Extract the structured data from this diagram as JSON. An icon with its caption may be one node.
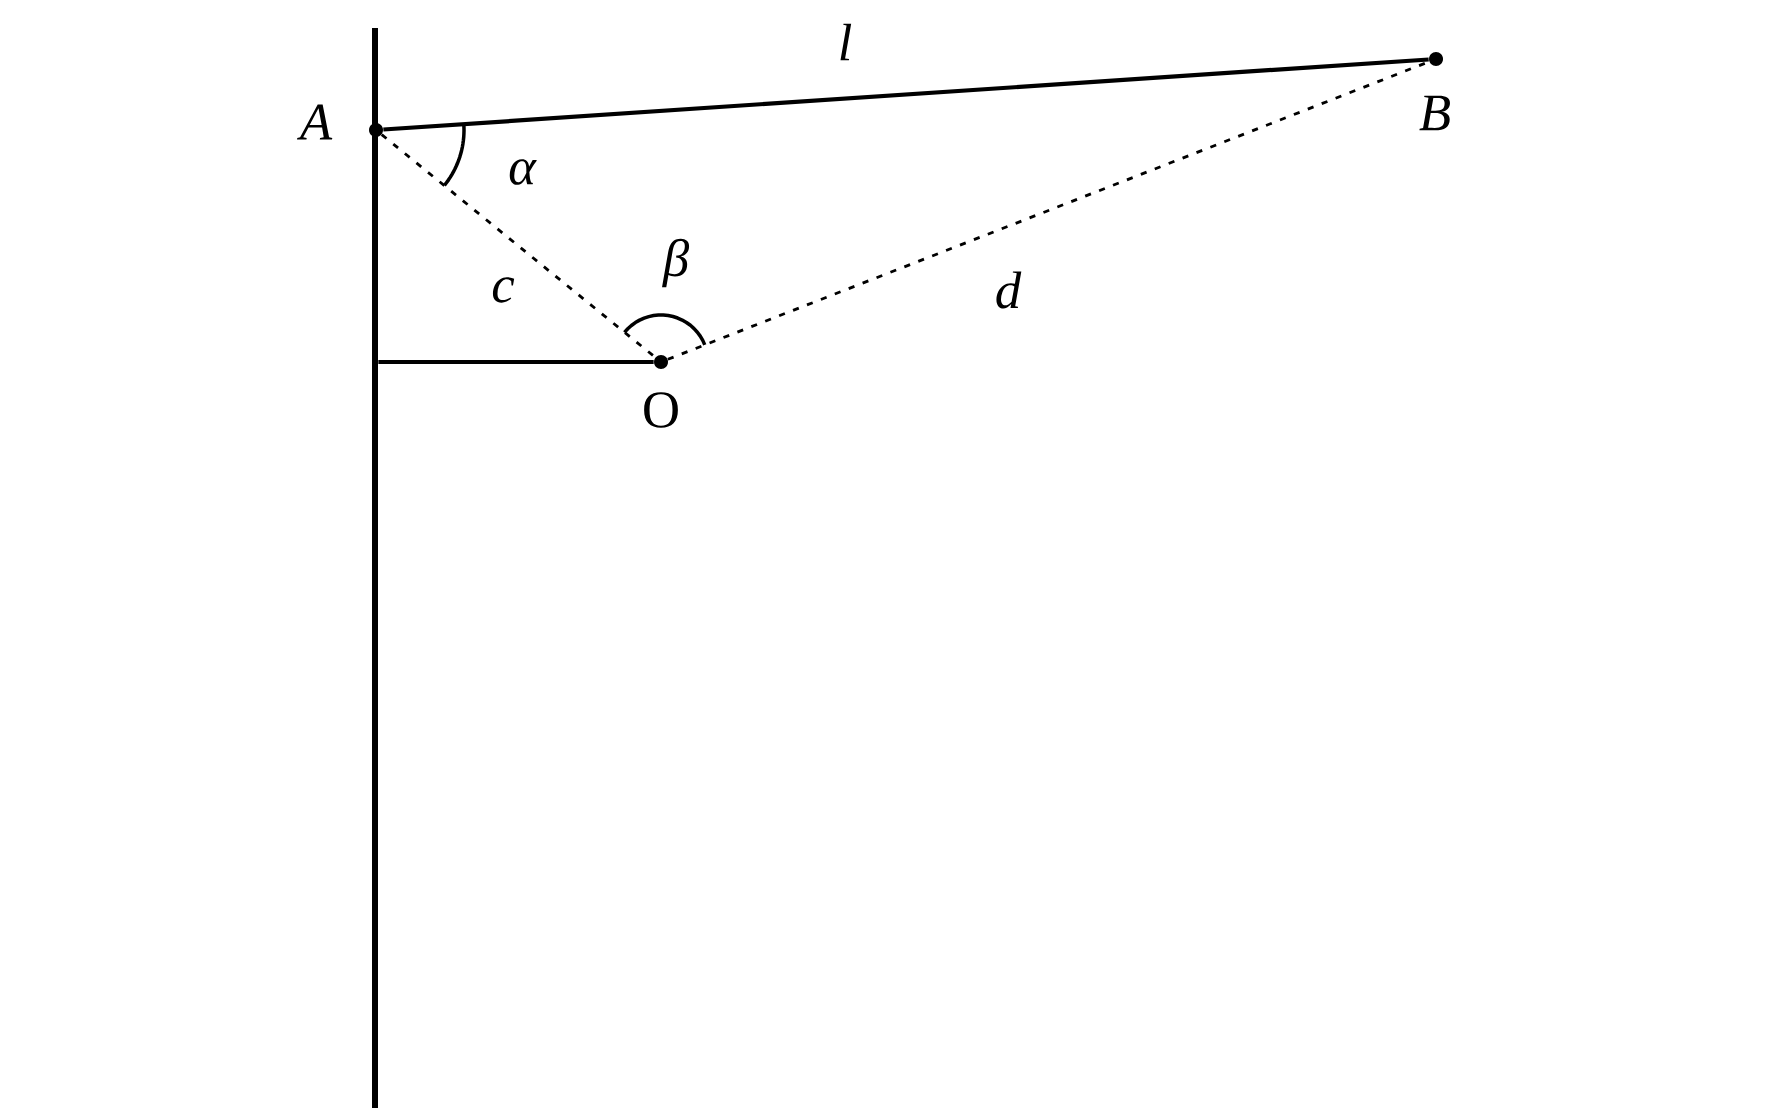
{
  "diagram": {
    "nodes": [
      {
        "text": [],
        "shape": "bar"
      },
      {
        "text": [
          "A"
        ]
      },
      {
        "text": [
          "B"
        ]
      },
      {
        "text": [
          "O"
        ]
      }
    ],
    "edges": [
      {
        "from": 1,
        "to": 2,
        "arrow": "none",
        "label": "l"
      },
      {
        "from": 1,
        "to": 3,
        "arrow": "none",
        "label": "c",
        "style": "dashed"
      },
      {
        "from": 3,
        "to": 2,
        "arrow": "none",
        "label": "d",
        "style": "dashed"
      },
      {
        "from": 0,
        "to": 3,
        "arrow": "none"
      }
    ],
    "labels": [
      "α",
      "β"
    ]
  }
}
